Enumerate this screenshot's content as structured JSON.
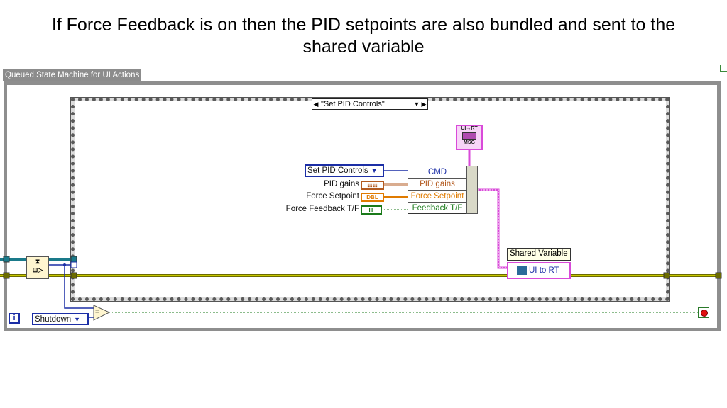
{
  "slide": {
    "title": "If Force Feedback is on then the PID setpoints are also bundled and sent to the shared variable"
  },
  "while_loop": {
    "label": "Queued State Machine for UI Actions",
    "iteration_terminal": "i"
  },
  "case_structure": {
    "selector_value": "\"Set PID Controls\"",
    "prev_arrow": "◀",
    "next_arrow": "▶",
    "dropdown_arrow": "▼"
  },
  "enum_constant": {
    "value": "Set PID Controls",
    "dropdown_arrow": "▼"
  },
  "controls": [
    {
      "label": "PID gains",
      "terminal": "☷☷",
      "color": "#b35a1f"
    },
    {
      "label": "Force Setpoint",
      "terminal": "DBL",
      "color": "#e07b00"
    },
    {
      "label": "Force Feedback T/F",
      "terminal": "TF",
      "color": "#1a7a1a"
    }
  ],
  "bundle": {
    "fields": [
      {
        "name": "CMD",
        "color": "#1b2ea6"
      },
      {
        "name": "PID gains",
        "color": "#b35a1f"
      },
      {
        "name": "Force Setpoint",
        "color": "#e07b00"
      },
      {
        "name": "Feedback T/F",
        "color": "#1a7a1a"
      }
    ]
  },
  "message_typedef": {
    "line1": "UI→RT",
    "line2": "MSG"
  },
  "shared_variable": {
    "label": "Shared Variable",
    "node_text": "UI to RT"
  },
  "shutdown_enum": {
    "value": "Shutdown",
    "dropdown_arrow": "▼"
  },
  "compare": {
    "symbol": "="
  },
  "colors": {
    "enum_wire": "#1b2ea6",
    "cluster_wire": "#d94ad9",
    "error_wire": "#6b6b00",
    "bool_wire": "#1a7a1a",
    "pid_wire": "#b35a1f",
    "dbl_wire": "#e07b00",
    "queue_wire": "#1a7a8a"
  }
}
